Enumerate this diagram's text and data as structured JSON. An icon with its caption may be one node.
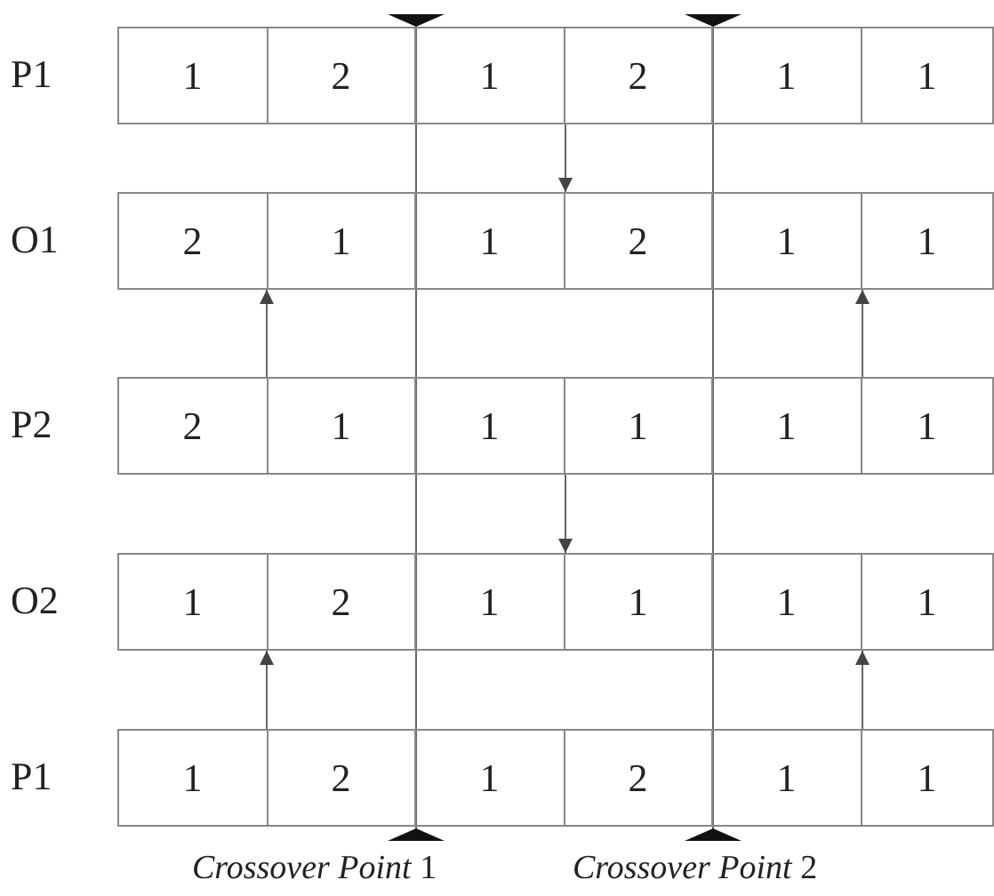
{
  "diagram": {
    "nodes": [
      {
        "text": [
          "P1"
        ]
      },
      {
        "text": [
          "1"
        ],
        "in": 0
      },
      {
        "text": [
          "2"
        ],
        "in": 0
      },
      {
        "text": [
          "1"
        ],
        "in": 0
      },
      {
        "text": [
          "2"
        ],
        "in": 0
      },
      {
        "text": [
          "1"
        ],
        "in": 0
      },
      {
        "text": [
          "1"
        ],
        "in": 0
      },
      {
        "text": [
          "O1"
        ]
      },
      {
        "text": [
          "2"
        ],
        "in": 7
      },
      {
        "text": [
          "1"
        ],
        "in": 7
      },
      {
        "text": [
          "1"
        ],
        "in": 7
      },
      {
        "text": [
          "2"
        ],
        "in": 7
      },
      {
        "text": [
          "1"
        ],
        "in": 7
      },
      {
        "text": [
          "1"
        ],
        "in": 7
      },
      {
        "text": [
          "P2"
        ]
      },
      {
        "text": [
          "2"
        ],
        "in": 14
      },
      {
        "text": [
          "1"
        ],
        "in": 14
      },
      {
        "text": [
          "1"
        ],
        "in": 14
      },
      {
        "text": [
          "1"
        ],
        "in": 14
      },
      {
        "text": [
          "1"
        ],
        "in": 14
      },
      {
        "text": [
          "1"
        ],
        "in": 14
      },
      {
        "text": [
          "O2"
        ]
      },
      {
        "text": [
          "1"
        ],
        "in": 21
      },
      {
        "text": [
          "2"
        ],
        "in": 21
      },
      {
        "text": [
          "1"
        ],
        "in": 21
      },
      {
        "text": [
          "1"
        ],
        "in": 21
      },
      {
        "text": [
          "1"
        ],
        "in": 21
      },
      {
        "text": [
          "1"
        ],
        "in": 21
      },
      {
        "text": [
          "P1"
        ]
      },
      {
        "text": [
          "1"
        ],
        "in": 28
      },
      {
        "text": [
          "2"
        ],
        "in": 28
      },
      {
        "text": [
          "1"
        ],
        "in": 28
      },
      {
        "text": [
          "2"
        ],
        "in": 28
      },
      {
        "text": [
          "1"
        ],
        "in": 28
      },
      {
        "text": [
          "1"
        ],
        "in": 28
      }
    ],
    "edges": [
      {
        "from": 0,
        "to": 7,
        "arrow": "to"
      },
      {
        "from": 14,
        "to": 7,
        "arrow": "to"
      },
      {
        "from": 14,
        "to": 7,
        "arrow": "to"
      },
      {
        "from": 14,
        "to": 21,
        "arrow": "to"
      },
      {
        "from": 28,
        "to": 21,
        "arrow": "to"
      },
      {
        "from": 28,
        "to": 21,
        "arrow": "to"
      }
    ],
    "labels": [
      "*Crossover Point* 1",
      "*Crossover Point* 2"
    ]
  }
}
